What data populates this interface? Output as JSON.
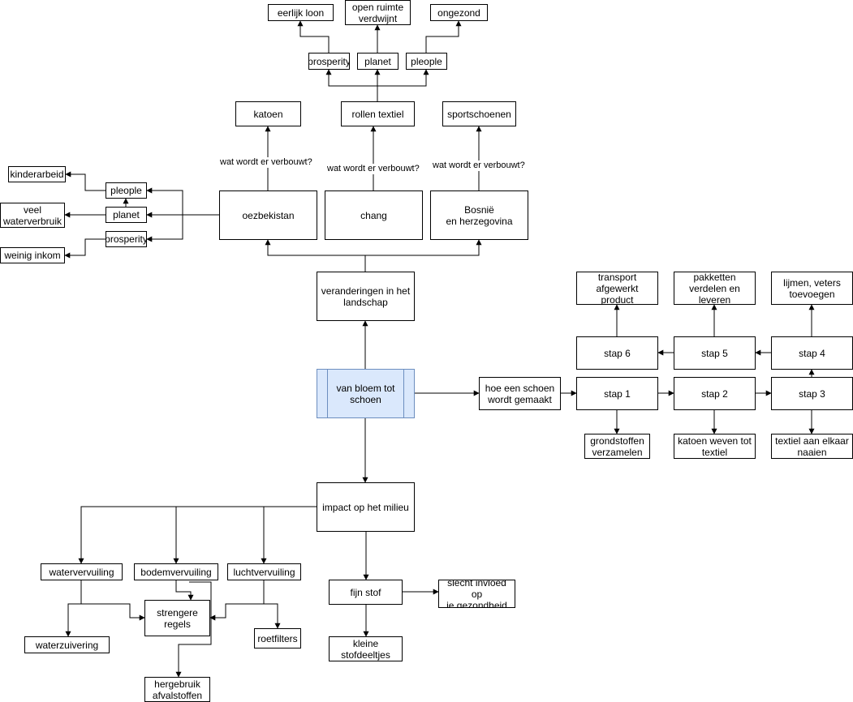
{
  "nodes": {
    "van_bloem": "van bloem tot\nschoen",
    "veranderingen": "veranderingen in het\nlandschap",
    "oezbekistan": "oezbekistan",
    "chang": "chang",
    "bosnie": "Bosnië\nen herzegovina",
    "katoen": "katoen",
    "rollen_textiel": "rollen textiel",
    "sportschoenen": "sportschoenen",
    "prosperity_top": "prosperity",
    "planet_top": "planet",
    "pleople_top": "pleople",
    "eerlijk_loon": "eerlijk loon",
    "open_ruimte": "open ruimte\nverdwijnt",
    "ongezond": "ongezond",
    "pleople_left": "pleople",
    "planet_left": "planet",
    "prosperity_left": "prosperity",
    "kinderarbeid": "kinderarbeid",
    "veel_waterverbruik": "veel\nwaterverbruik",
    "weinig_inkom": "weinig inkom",
    "hoe_schoen": "hoe een schoen\nwordt gemaakt",
    "stap1": "stap 1",
    "stap2": "stap 2",
    "stap3": "stap 3",
    "stap4": "stap 4",
    "stap5": "stap 5",
    "stap6": "stap 6",
    "grondstoffen": "grondstoffen\nverzamelen",
    "katoen_weven": "katoen weven tot\ntextiel",
    "textiel_naaien": "textiel aan elkaar\nnaaien",
    "lijmen": "lijmen, veters\ntoevoegen",
    "pakketten": "pakketten\nverdelen en\nleveren",
    "transport": "transport\nafgewerkt product",
    "impact": "impact op het milieu",
    "watervervuiling": "watervervuiling",
    "bodemvervuiling": "bodemvervuiling",
    "luchtvervuiling": "luchtvervuiling",
    "strengere_regels": "strengere\nregels",
    "waterzuivering": "waterzuivering",
    "roetfilters": "roetfilters",
    "hergebruik": "hergebruik\nafvalstoffen",
    "fijn_stof": "fijn stof",
    "slecht_invloed": "slecht invloed op\nje gezondheid",
    "kleine_stofdeeltjes": "kleine\nstofdeeltjes"
  },
  "edge_labels": {
    "wat_wordt_1": "wat wordt er verbouwt?",
    "wat_wordt_2": "wat wordt er verbouwt?",
    "wat_wordt_3": "wat wordt er verbouwt?"
  },
  "colors": {
    "center_fill": "#dae8fc",
    "center_stroke": "#6c8ebf",
    "stroke": "#000000"
  }
}
